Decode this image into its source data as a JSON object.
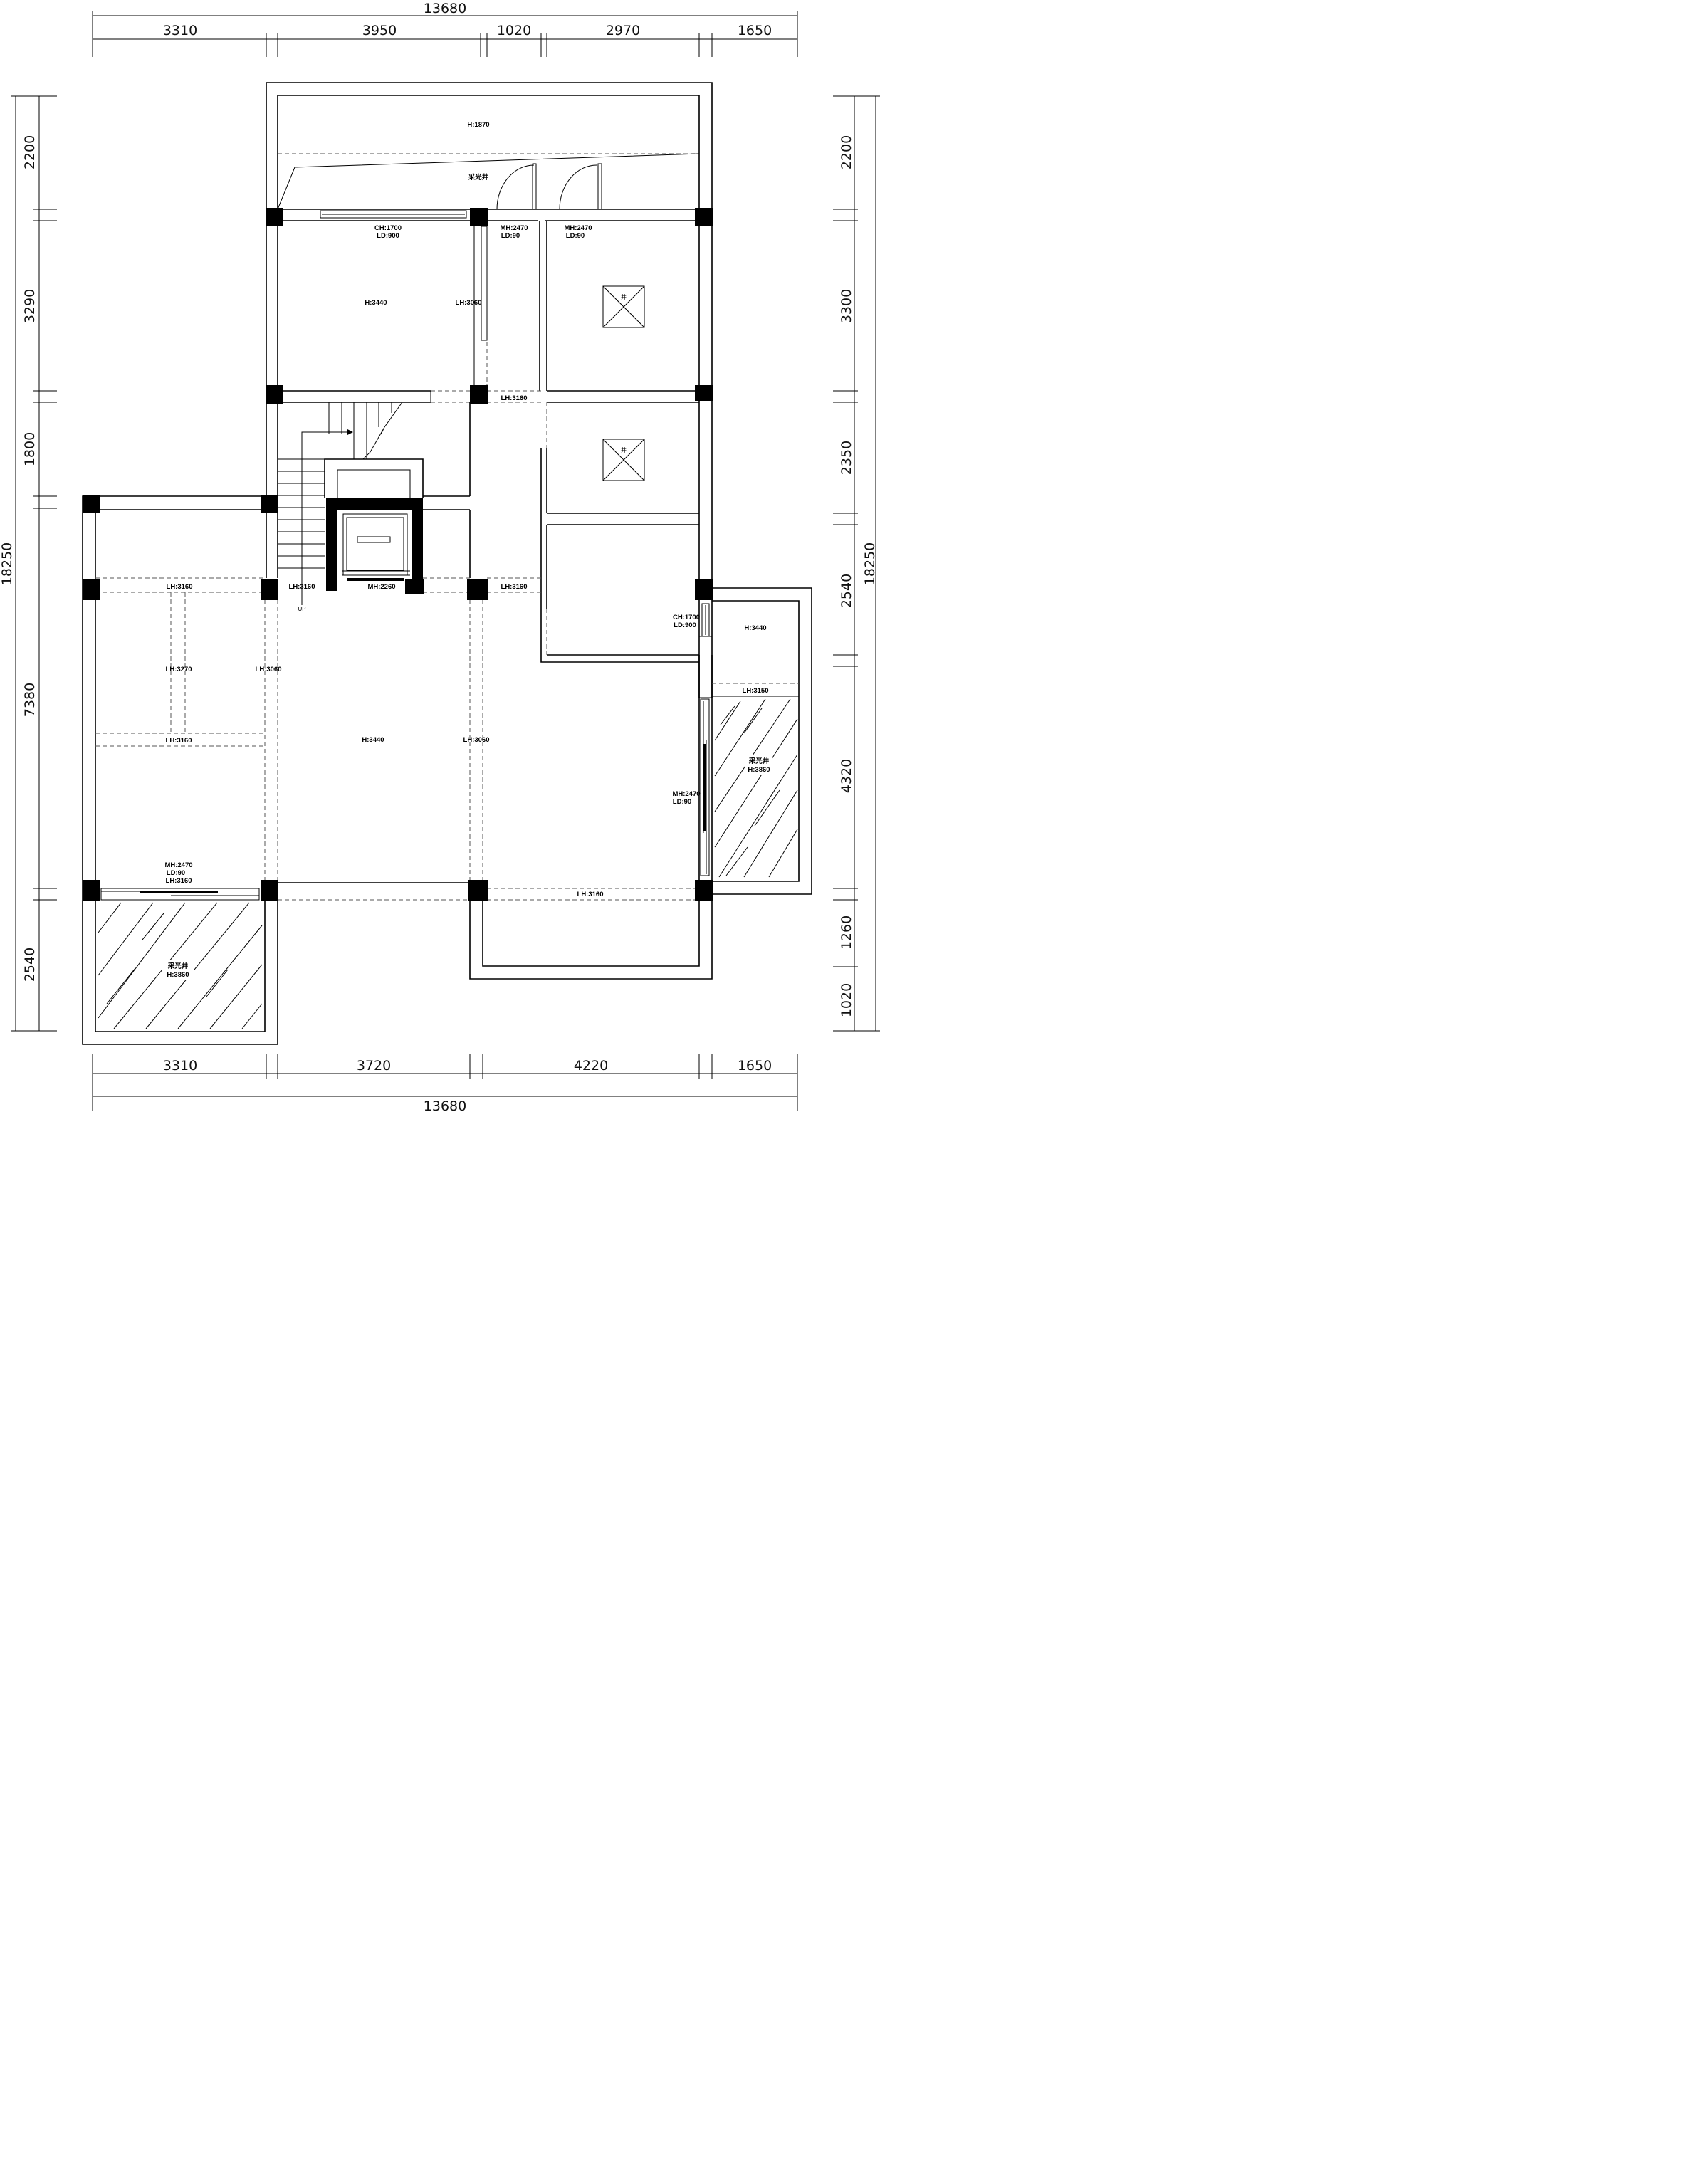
{
  "dimensions": {
    "top_total": "13680",
    "top": [
      "3310",
      "3950",
      "1020",
      "2970",
      "1650"
    ],
    "bottom": [
      "3310",
      "3720",
      "4220",
      "1650"
    ],
    "bottom_total": "13680",
    "left": [
      "2200",
      "3290",
      "1800",
      "7380",
      "2540"
    ],
    "left_total": "18250",
    "right": [
      "2200",
      "3300",
      "2350",
      "2540",
      "4320",
      "1260",
      "1020"
    ],
    "right_total": "18250"
  },
  "labels": {
    "h1870": "H:1870",
    "light_well_top": "采光井",
    "ch1700_a": "CH:1700",
    "ld900_a": "LD:900",
    "mh2470_a": "MH:2470",
    "ld90_a": "LD:90",
    "mh2470_b": "MH:2470",
    "ld90_b": "LD:90",
    "h3440_a": "H:3440",
    "lh3060_a": "LH:3060",
    "shaft_a": "井",
    "lh3160_a": "LH:3160",
    "shaft_b": "井",
    "lh3160_b": "LH:3160",
    "lh3160_c": "LH:3160",
    "mh2260": "MH:2260",
    "lh3160_d": "LH:3160",
    "up": "UP",
    "ch1700_b": "CH:1700",
    "ld900_b": "LD:900",
    "h3440_b": "H:3440",
    "lh3270": "LH:3270",
    "lh3060_b": "LH:3060",
    "lh3150": "LH:3150",
    "lh3160_e": "LH:3160",
    "h3440_c": "H:3440",
    "lh3060_c": "LH:3060",
    "light_well_right": "采光井",
    "h3860_a": "H:3860",
    "mh2470_c": "MH:2470",
    "ld90_c": "LD:90",
    "mh2470_d": "MH:2470",
    "ld90_d": "LD:90",
    "lh3160_f": "LH:3160",
    "lh3160_g": "LH:3160",
    "light_well_bottom": "采光井",
    "h3860_b": "H:3860"
  }
}
